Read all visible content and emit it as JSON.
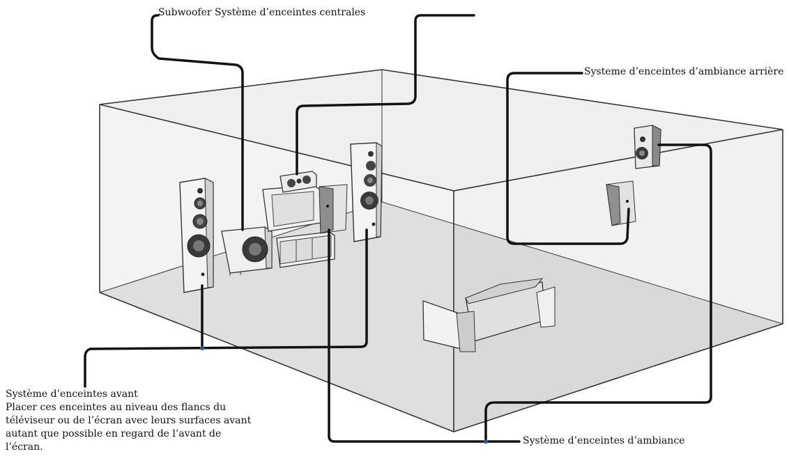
{
  "labels": {
    "subwoofer_center": "Subwoofer Système d’enceintes centrales",
    "rear_surround": "Systeme d’enceintes d’ambiance arrière",
    "surround": "Système d’enceintes d’ambiance",
    "front_title": "Système d’enceintes avant",
    "front_desc": [
      "Placer ces enceintes au niveau des flancs du",
      "téléviseur ou de l’écran avec leurs surfaces avant",
      "autant que possible en regard de l’avant de",
      "l’écran."
    ]
  },
  "colors": {
    "floor": "#c4c4c4",
    "wall": "#eeeeee",
    "edge": "#333333",
    "cable": "#111111"
  }
}
